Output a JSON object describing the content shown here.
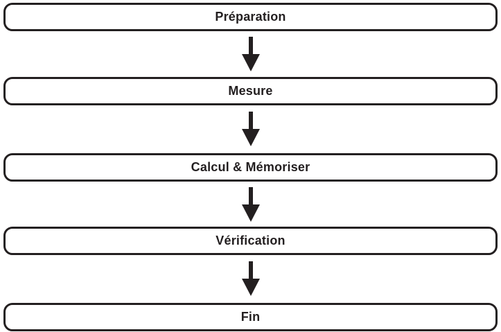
{
  "diagram": {
    "type": "flowchart",
    "direction": "top-to-bottom",
    "colors": {
      "ink": "#231f20",
      "background": "#ffffff"
    },
    "steps": [
      {
        "label": "Préparation"
      },
      {
        "label": "Mesure"
      },
      {
        "label": "Calcul & Mémoriser"
      },
      {
        "label": "Vérification"
      },
      {
        "label": "Fin"
      }
    ]
  }
}
